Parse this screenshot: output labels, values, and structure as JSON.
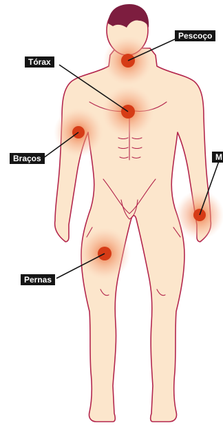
{
  "labels": {
    "neck": "Pescoço",
    "chest": "Tórax",
    "arms": "Braços",
    "hands": "M",
    "legs": "Pernas"
  },
  "colors": {
    "skin": "#fce6cc",
    "outline": "#b3264d",
    "hair": "#7d1d3f",
    "marker_core": "#d63b16",
    "marker_glow": "#f5a77a",
    "label_bg": "#151515",
    "label_text": "#ffffff"
  }
}
